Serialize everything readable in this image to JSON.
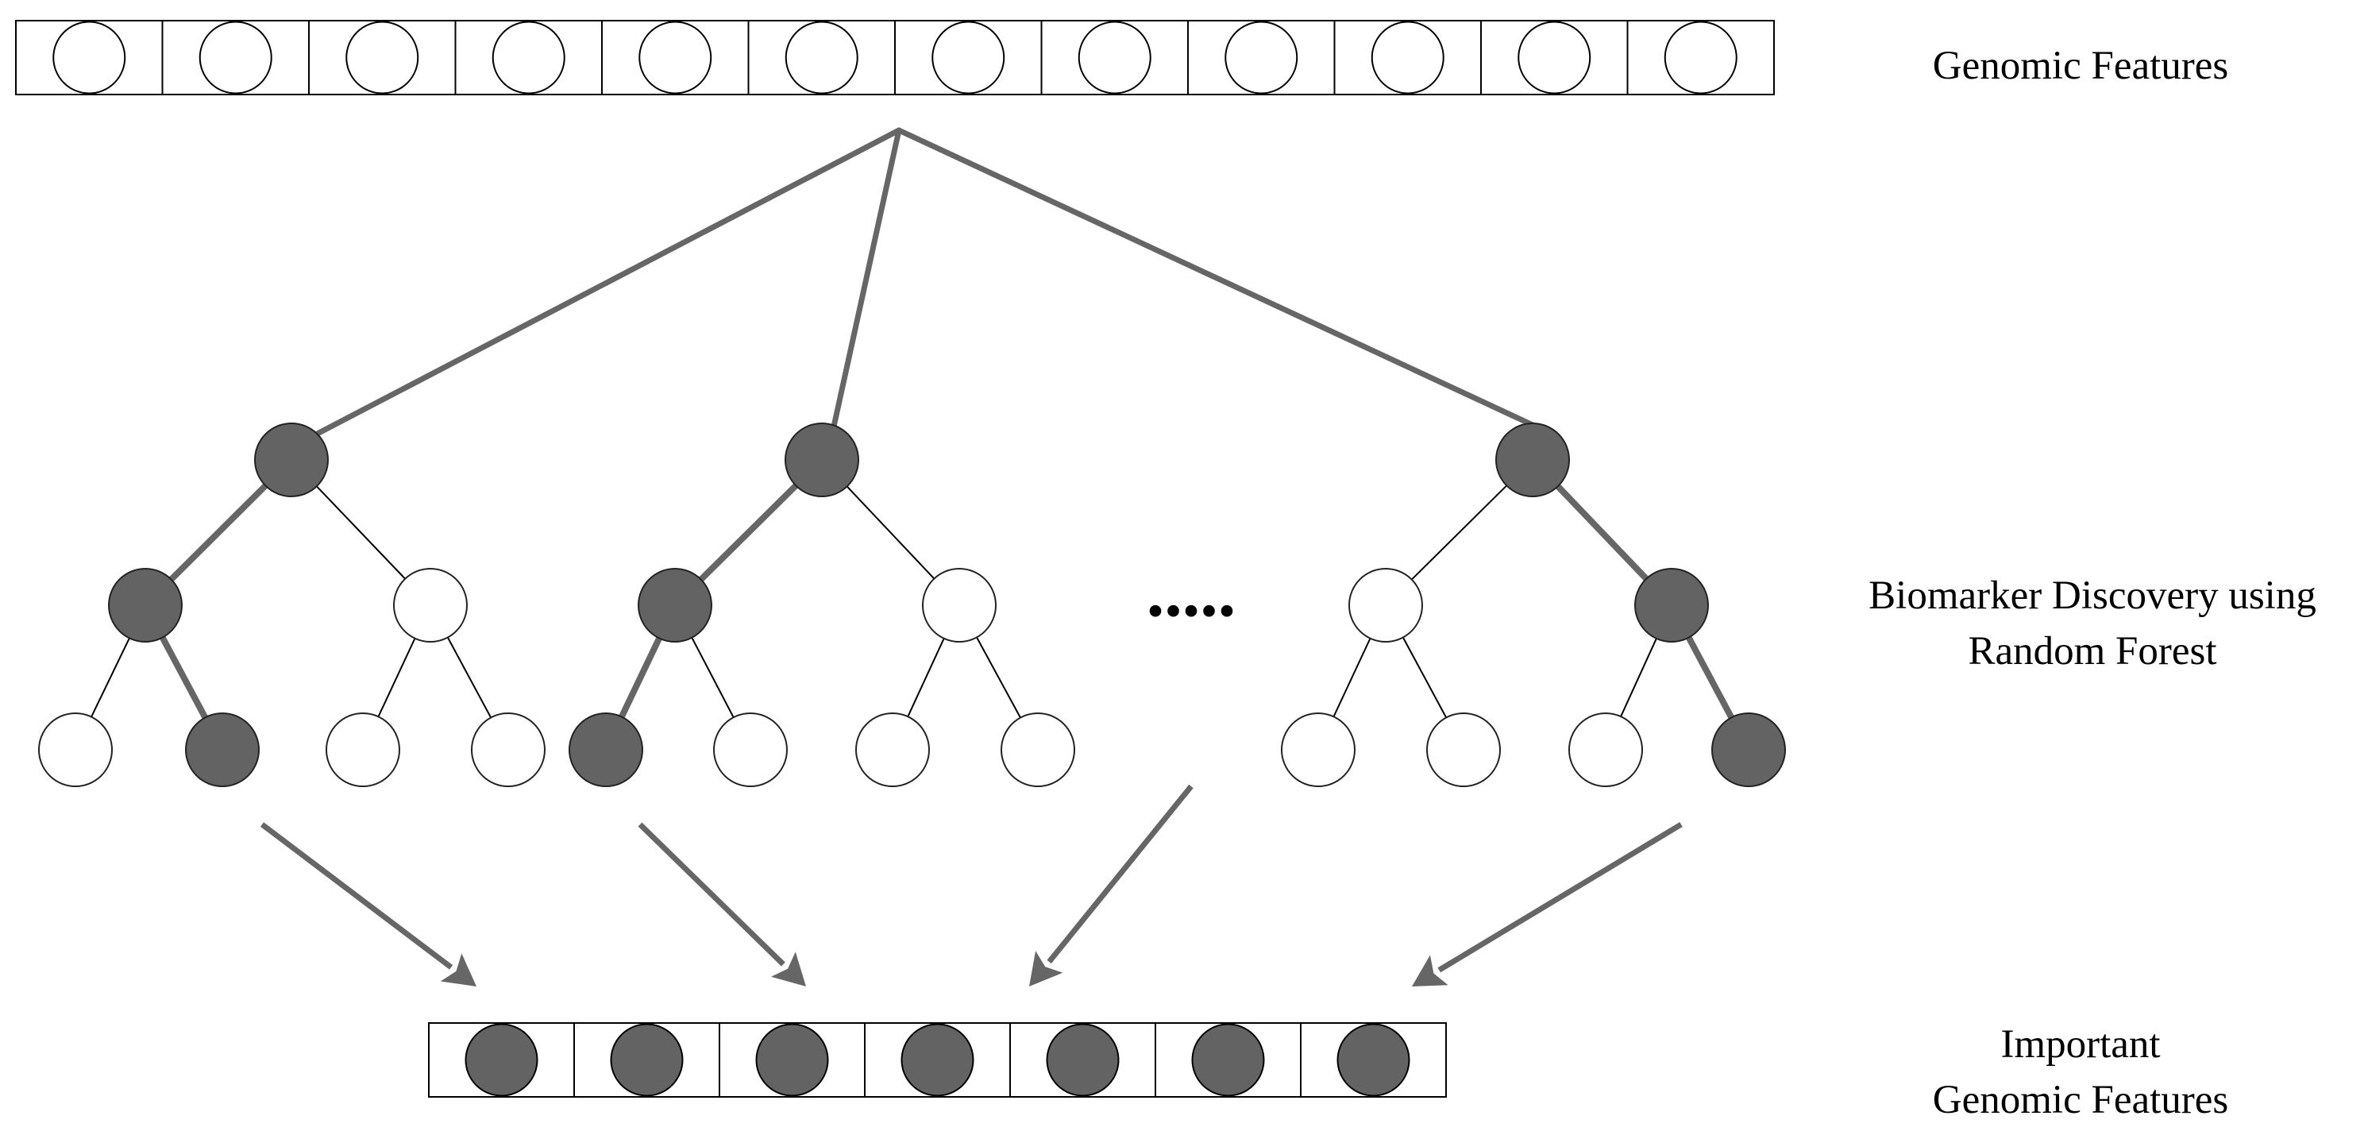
{
  "labels": {
    "genomic_features": "Genomic Features",
    "biomarker_line1": "Biomarker Discovery using",
    "biomarker_line2": "Random Forest",
    "important_line1": "Important",
    "important_line2": "Genomic Features"
  },
  "ellipsis": ".....",
  "colors": {
    "edge": "#666666",
    "selected_fill": "#636363",
    "unselected_fill": "#ffffff",
    "outline": "#222222"
  },
  "input_features": {
    "count": 12,
    "selected": [
      false,
      false,
      false,
      false,
      false,
      false,
      false,
      false,
      false,
      false,
      false,
      false
    ]
  },
  "output_features": {
    "count": 7,
    "selected": [
      true,
      true,
      true,
      true,
      true,
      true,
      true
    ]
  },
  "trees": [
    {
      "name": "tree-1",
      "depth": 3,
      "highlighted_path": [
        "root",
        "left",
        "left-right"
      ]
    },
    {
      "name": "tree-2",
      "depth": 3,
      "highlighted_path": [
        "root",
        "left",
        "left-left"
      ]
    },
    {
      "name": "tree-3",
      "depth": 3,
      "highlighted_path": [
        "root",
        "right",
        "right-right"
      ]
    }
  ]
}
